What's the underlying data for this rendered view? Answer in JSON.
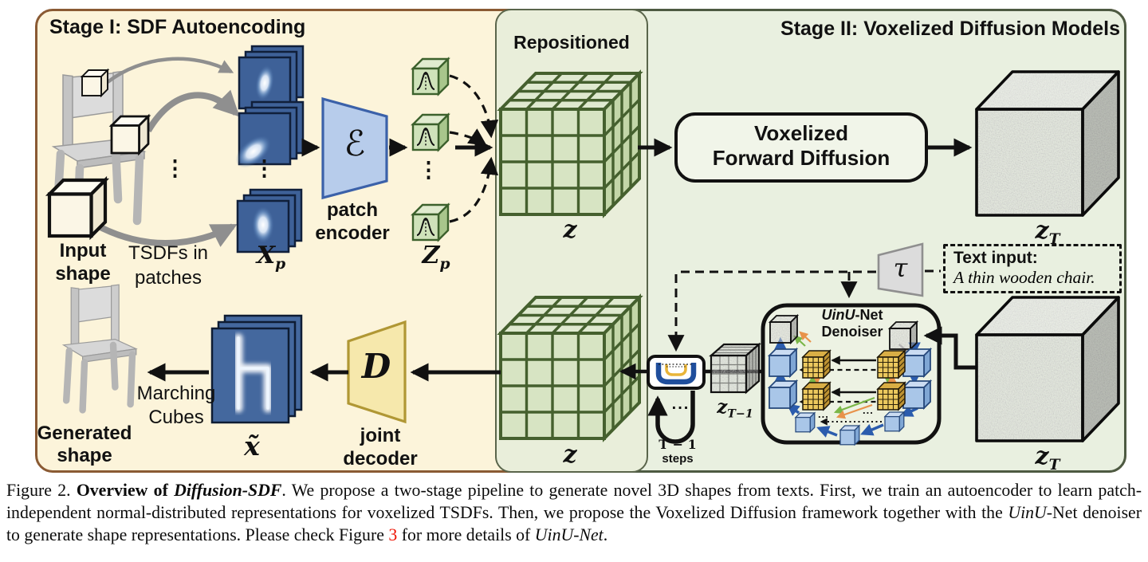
{
  "stage1": {
    "title": "Stage I: SDF Autoencoding",
    "input_shape_l1": "Input",
    "input_shape_l2": "shape",
    "tsdfs_l1": "TSDFs in",
    "tsdfs_l2": "patches",
    "encoder_l1": "patch",
    "encoder_l2": "encoder",
    "marching_l1": "Marching",
    "marching_l2": "Cubes",
    "decoder_l1": "joint",
    "decoder_l2": "decoder",
    "generated_l1": "Generated",
    "generated_l2": "shape"
  },
  "middle": {
    "title": "Repositioned",
    "z_top": "z",
    "z_bottom": "z"
  },
  "stage2": {
    "title": "Stage II: Voxelized Diffusion Models",
    "vfd_l1": "Voxelized",
    "vfd_l2": "Forward Diffusion",
    "text_input_label": "Text input:",
    "text_input_value": "A thin wooden chair.",
    "denoiser_name_italic": "UinU",
    "denoiser_name_rest": "-Net",
    "denoiser_l2": "Denoiser",
    "loop_steps_l1": "T − 1",
    "loop_steps_l2": "steps"
  },
  "math": {
    "xp": "X",
    "zp": "Z",
    "p_sub": "p",
    "encoder_symbol": "ℰ",
    "decoder_symbol": "D",
    "tau": "τ",
    "z": "z",
    "zt_sub": "T",
    "zt1_sub": "T−1",
    "xtilde": "x̃"
  },
  "glyphs": {
    "vdots": "⋮",
    "hdots": "...",
    "hdots_small": "..."
  },
  "colors": {
    "stage1_bg": "#fcf4da",
    "stage1_border": "#8a5a33",
    "stage2_bg": "#e9f0e0",
    "stage2_border": "#4d5a42",
    "middle_bg": "#e9eeda",
    "voxel_green": "#d7e4c3",
    "voxel_line": "#45602e",
    "encoder_fill": "#b7cceb",
    "encoder_border": "#3b61a9",
    "decoder_fill": "#f6e8ac",
    "decoder_border": "#b09734",
    "tau_fill": "#dcdcdc",
    "stack_blue": "#3e6198",
    "denoiser_blue": "#a9c6e8",
    "denoiser_yellow": "#ecc95e",
    "icon_u_blue": "#1f4e9c",
    "icon_u_yellow": "#e9b53a",
    "figref_red": "#ee1100"
  },
  "caption": {
    "prefix": "Figure 2.  ",
    "bold": "Overview of ",
    "bold_italic": "Diffusion-SDF",
    "body1": ". We propose a two-stage pipeline to generate novel 3D shapes from texts. First, we train an autoencoder to learn patch-independent normal-distributed representations for voxelized TSDFs. Then, we propose the Voxelized Diffusion framework together with the ",
    "uinu1": "UinU",
    "net1": "-Net",
    "body2": " denoiser to generate shape representations. Please check Figure ",
    "figref": "3",
    "body3": " for more details of ",
    "uinu2": "UinU-Net",
    "end": "."
  }
}
